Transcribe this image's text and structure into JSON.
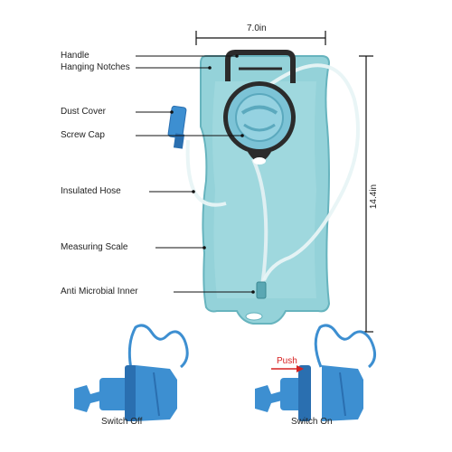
{
  "dimensions": {
    "width": "7.0in",
    "height": "14.4in"
  },
  "callouts": [
    {
      "label": "Handle"
    },
    {
      "label": "Hanging Notches"
    },
    {
      "label": "Dust Cover"
    },
    {
      "label": "Screw Cap"
    },
    {
      "label": "Insulated Hose"
    },
    {
      "label": "Measuring Scale"
    },
    {
      "label": "Anti Microbial Inner"
    }
  ],
  "valves": {
    "off_label": "Switch Off",
    "on_label": "Switch On",
    "push_label": "Push"
  },
  "colors": {
    "bladder": "#8fd0d8",
    "bladder_edge": "#5fb0bb",
    "cap": "#7cc3d6",
    "handle": "#2b2b2b",
    "valve_blue": "#3d8fd1",
    "valve_dark": "#2a6fb0",
    "push_arrow": "#d62020"
  },
  "icons": [
    "handle-icon",
    "screw-cap-icon",
    "bite-valve-icon"
  ]
}
